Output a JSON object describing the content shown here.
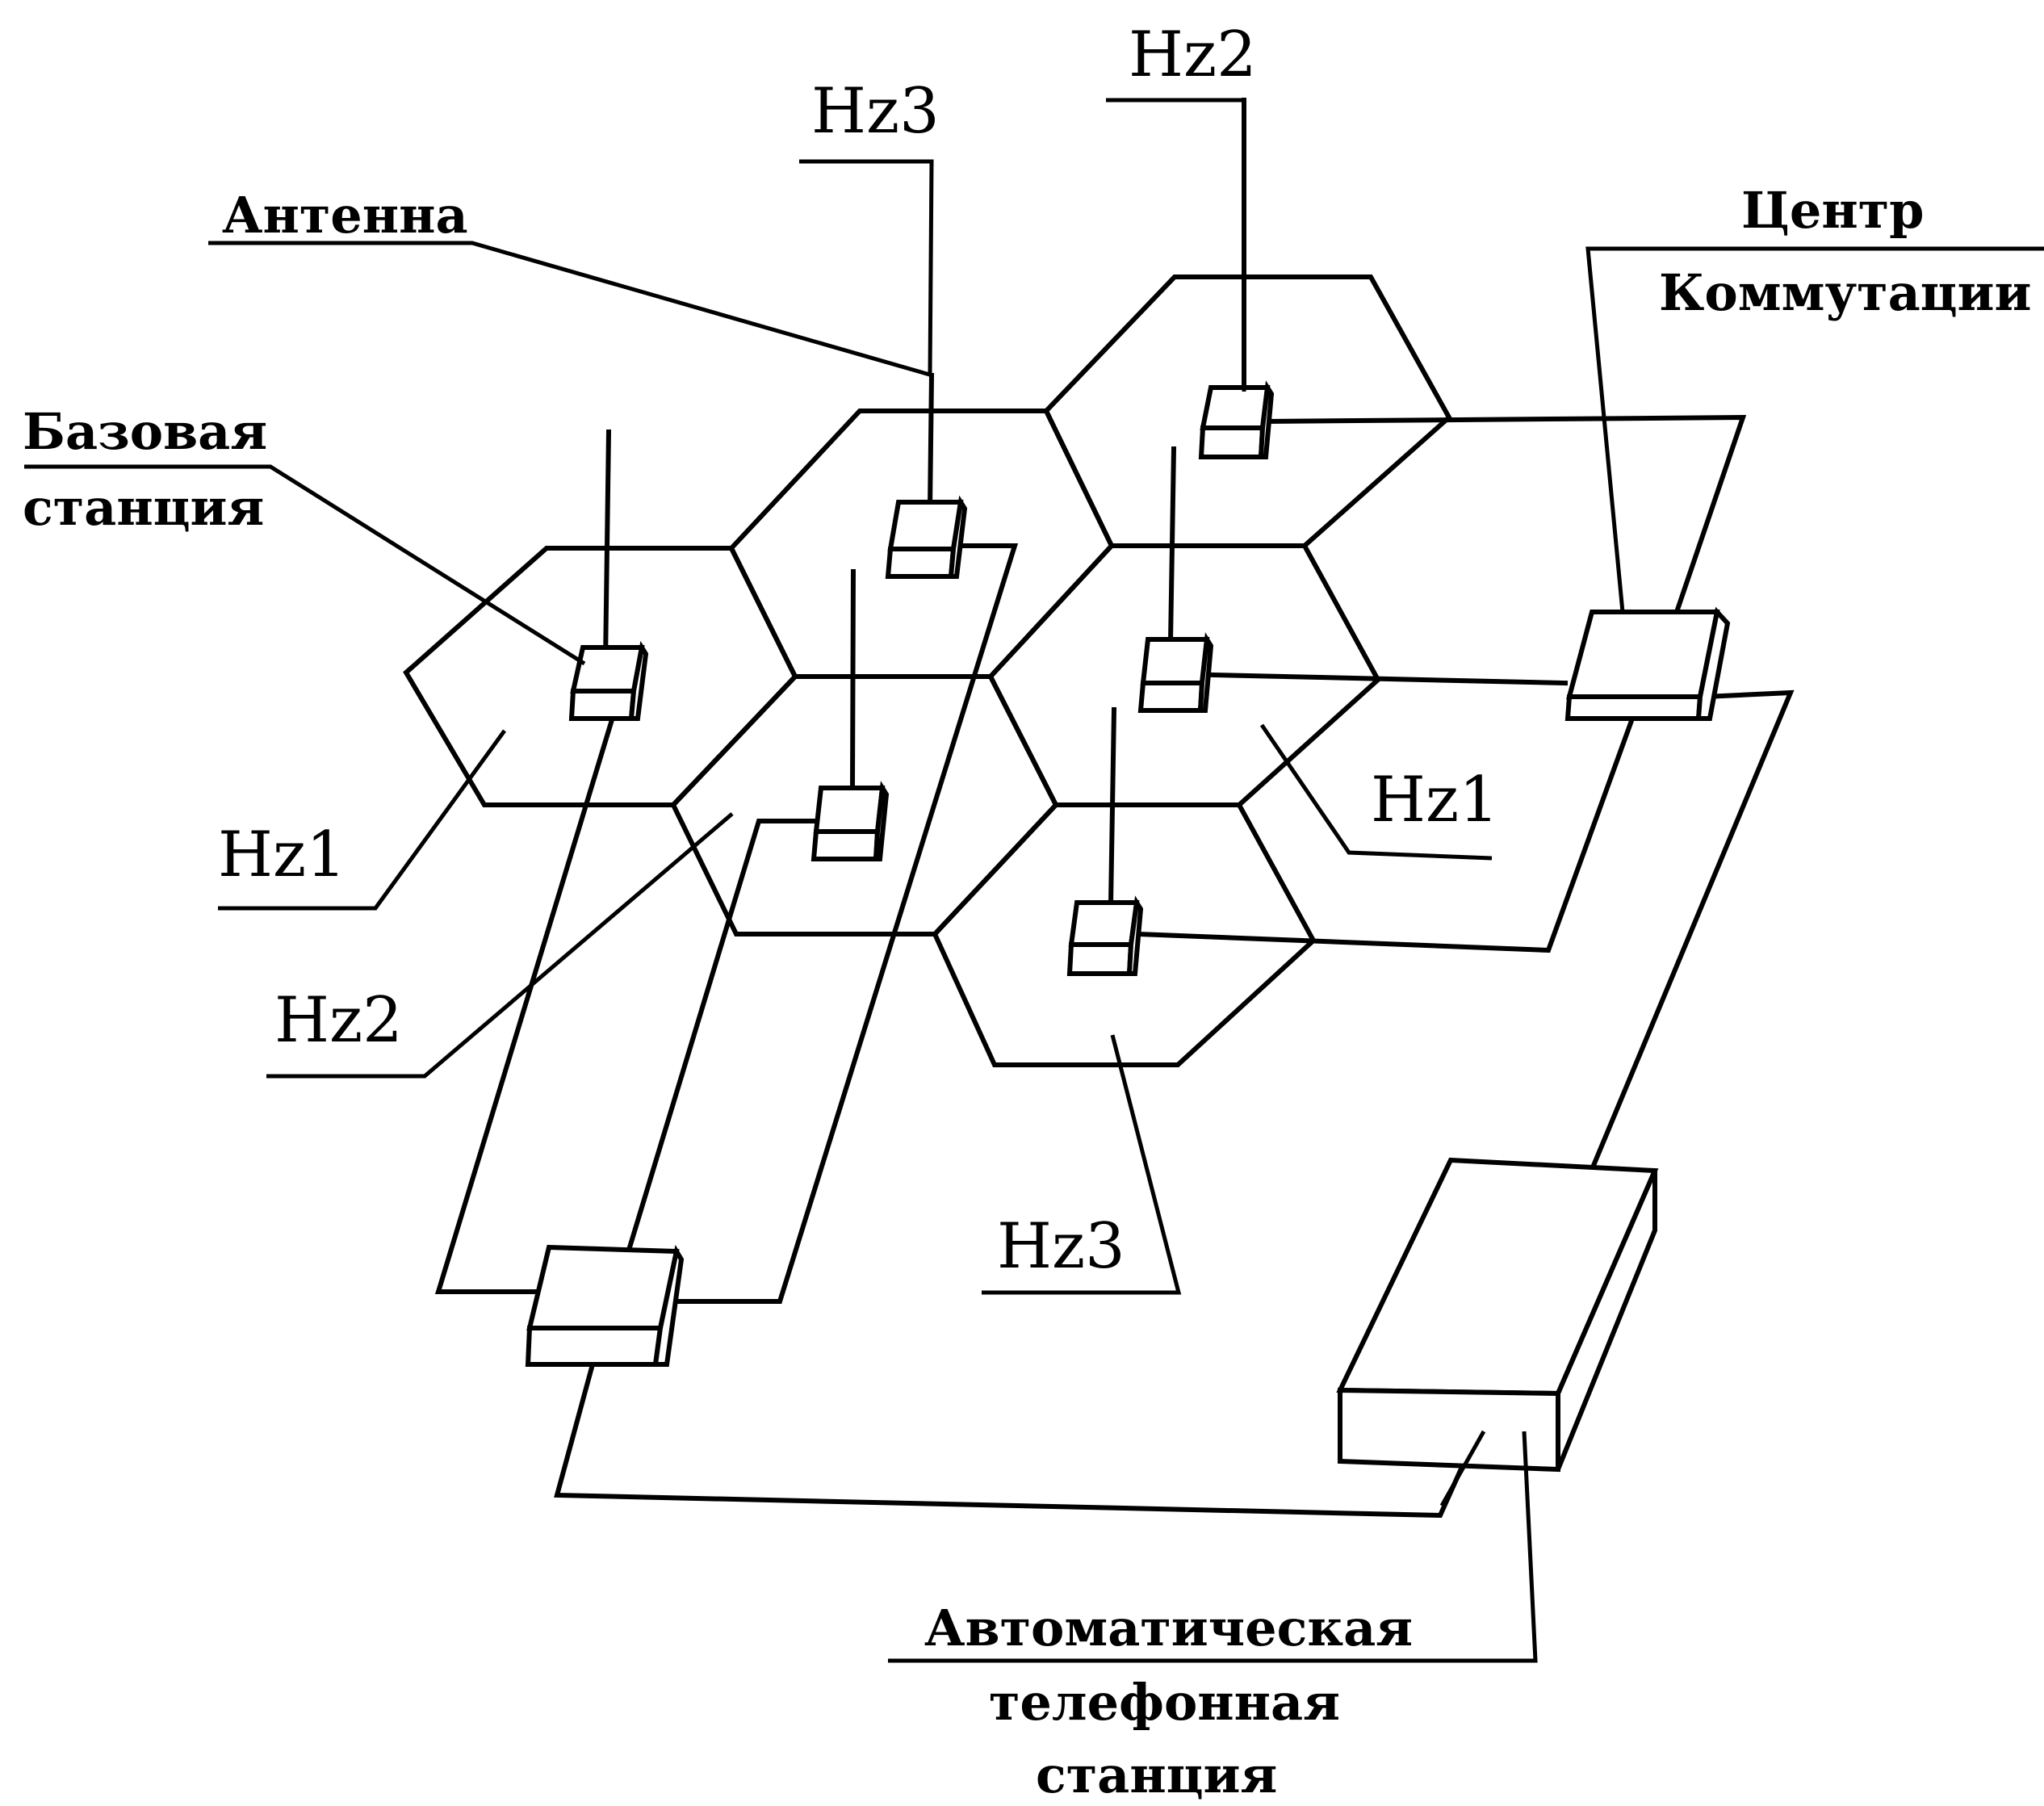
{
  "labels": {
    "antenna": "Антенна",
    "base_station_line1": "Базовая",
    "base_station_line2": "станция",
    "switching_center_line1": "Центр",
    "switching_center_line2": "Коммутации",
    "ats_line1": "Автоматическая",
    "ats_line2": "телефонная",
    "ats_line3": "станция",
    "hz1_left": "Hz1",
    "hz1_right": "Hz1",
    "hz2_top": "Hz2",
    "hz2_left": "Hz2",
    "hz3_top": "Hz3",
    "hz3_bottom": "Hz3"
  }
}
